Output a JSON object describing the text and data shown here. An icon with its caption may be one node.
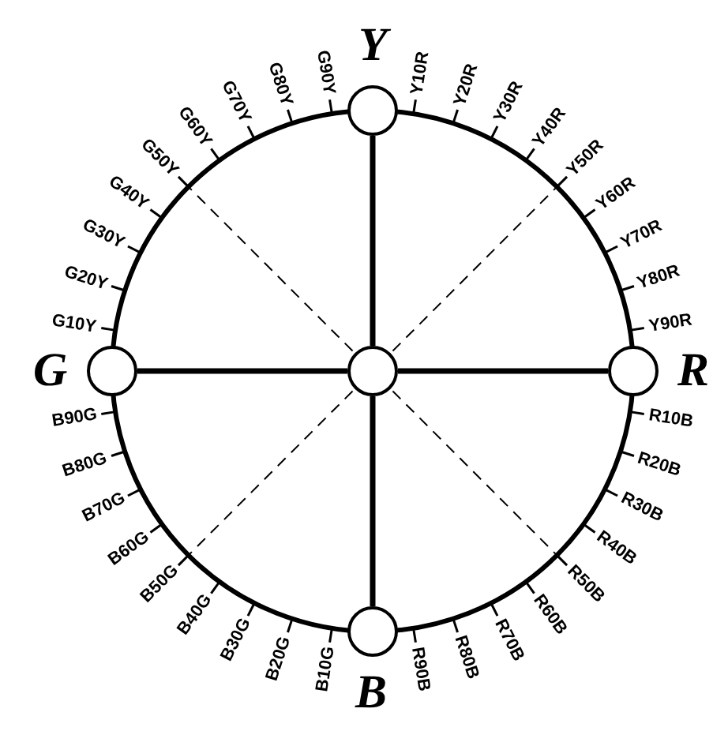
{
  "diagram": {
    "nodes": [
      {
        "text": [],
        "shape": "circle",
        "beside": [
          "Y"
        ]
      },
      {
        "text": [],
        "shape": "circle",
        "beside": [
          "G"
        ]
      },
      {
        "text": [],
        "shape": "circle"
      },
      {
        "text": [],
        "shape": "circle",
        "beside": [
          "R"
        ]
      },
      {
        "text": [],
        "shape": "circle",
        "beside": [
          "B"
        ]
      }
    ],
    "edges": [
      {
        "from": 2,
        "to": 0,
        "arrow": "none"
      },
      {
        "from": 2,
        "to": 1,
        "arrow": "none"
      },
      {
        "from": 2,
        "to": 3,
        "arrow": "none"
      },
      {
        "from": 2,
        "to": 4,
        "arrow": "none"
      }
    ],
    "labels": [
      "Y10R",
      "Y20R",
      "Y30R",
      "Y40R",
      "Y50R",
      "Y60R",
      "Y70R",
      "Y80R",
      "Y90R",
      "R10B",
      "R20B",
      "R30B",
      "R40B",
      "R50B",
      "R60B",
      "R70B",
      "R80B",
      "R90B",
      "B10G",
      "B20G",
      "B30G",
      "B40G",
      "B50G",
      "B60G",
      "B70G",
      "B80G",
      "B90G",
      "G10Y",
      "G20Y",
      "G30Y",
      "G40Y",
      "G50Y",
      "G60Y",
      "G70Y",
      "G80Y",
      "G90Y"
    ]
  }
}
